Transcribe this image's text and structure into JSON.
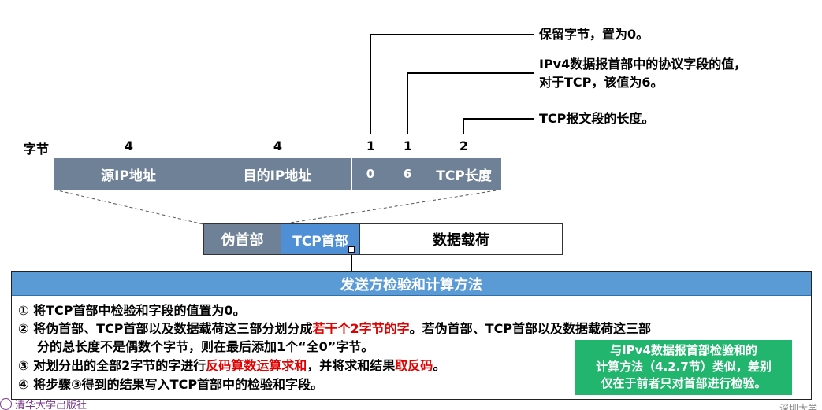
{
  "annotations": {
    "reserved": "保留字节，置为0。",
    "protocol_line1": "IPv4数据报首部中的协议字段的值，",
    "protocol_line2": "对于TCP，该值为6。",
    "length": "TCP报文段的长度。"
  },
  "pseudo_header": {
    "bytes_label": "字节",
    "byte_counts": [
      "4",
      "4",
      "1",
      "1",
      "2"
    ],
    "fields": [
      "源IP地址",
      "目的IP地址",
      "0",
      "6",
      "TCP长度"
    ]
  },
  "segment": {
    "parts": [
      "伪首部",
      "TCP首部",
      "数据载荷"
    ]
  },
  "method": {
    "title": "发送方检验和计算方法",
    "steps": {
      "s1": "① 将TCP首部中检验和字段的值置为0。",
      "s2a": "② 将伪首部、TCP首部以及数据载荷这三部分划分成",
      "s2b": "若干个2字节的字",
      "s2c": "。若伪首部、TCP首部以及数据载荷这三部",
      "s2d": "分的总长度不是偶数个字节，则在最后添加1个“全0”字节。",
      "s3a": "③ 对划分出的全部2字节的字进行",
      "s3b": "反码算数运算求和",
      "s3c": "，并将求和结果",
      "s3d": "取反码",
      "s3e": "。",
      "s4": "④ 将步骤③得到的结果写入TCP首部中的检验和字段。"
    },
    "note_line1": "与IPv4数据报首部检验和的",
    "note_line2": "计算方法（4.2.7节）类似，差别",
    "note_line3": "仅在于前者只对首部进行检验。"
  },
  "footer": {
    "publisher": "清华大学出版社",
    "corner": "深圳大学"
  },
  "colors": {
    "field_bg": "#6e8197",
    "tcp_header_bg": "#4f8fd6",
    "method_header_bg": "#5b9bd5",
    "note_bg": "#22b56e",
    "emphasis": "#e00000"
  }
}
